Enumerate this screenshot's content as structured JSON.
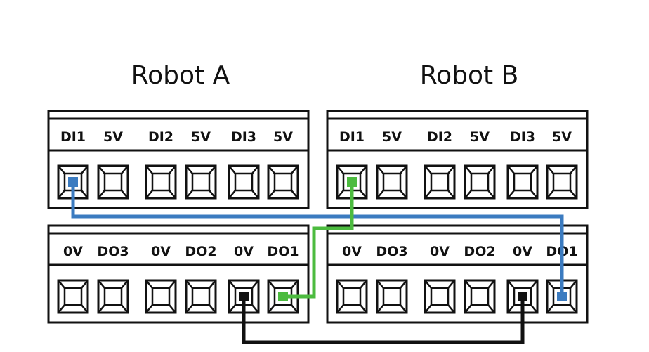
{
  "colors": {
    "blue": "#3b7bc0",
    "green": "#4cbb3f",
    "black": "#111111"
  },
  "robots": [
    {
      "title": "Robot A",
      "input_block": {
        "pins": [
          "DI1",
          "5V",
          "DI2",
          "5V",
          "DI3",
          "5V"
        ]
      },
      "output_block": {
        "pins": [
          "0V",
          "DO3",
          "0V",
          "DO2",
          "0V",
          "DO1"
        ]
      }
    },
    {
      "title": "Robot B",
      "input_block": {
        "pins": [
          "DI1",
          "5V",
          "DI2",
          "5V",
          "DI3",
          "5V"
        ]
      },
      "output_block": {
        "pins": [
          "0V",
          "DO3",
          "0V",
          "DO2",
          "0V",
          "DO1"
        ]
      }
    }
  ],
  "wires": [
    {
      "color": "blue",
      "from": {
        "robot": 0,
        "block": "input",
        "pin": 0
      },
      "to": {
        "robot": 1,
        "block": "output",
        "pin": 5
      }
    },
    {
      "color": "green",
      "from": {
        "robot": 1,
        "block": "input",
        "pin": 0
      },
      "to": {
        "robot": 0,
        "block": "output",
        "pin": 5
      }
    },
    {
      "color": "black",
      "from": {
        "robot": 0,
        "block": "output",
        "pin": 4
      },
      "to": {
        "robot": 1,
        "block": "output",
        "pin": 4
      }
    }
  ]
}
